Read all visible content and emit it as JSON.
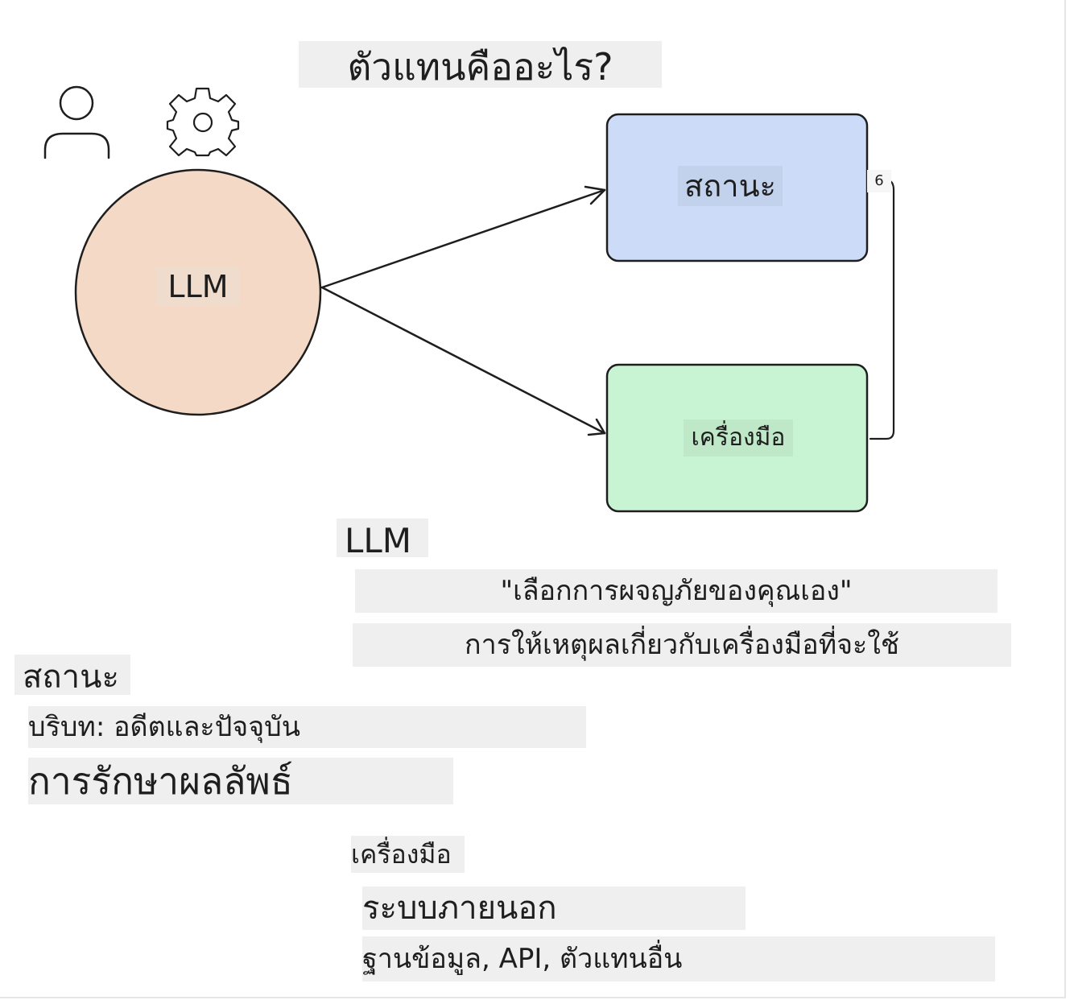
{
  "title": "ตัวแทนคืออะไร?",
  "icons": {
    "person": "person-icon",
    "gear": "gear-icon"
  },
  "nodes": {
    "llm": "LLM",
    "state": "สถานะ",
    "tools": "เครื่องมือ"
  },
  "loop_marker": "6",
  "colors": {
    "llm_fill": "#f3d9c6",
    "state_fill": "#ccdcf8",
    "tools_fill": "#c8f4d3",
    "label_bg": "#efefef",
    "stroke": "#1e1e1e"
  },
  "notes": {
    "llm": {
      "heading": "LLM",
      "line1": "\"เลือกการผจญภัยของคุณเอง\"",
      "line2": "การให้เหตุผลเกี่ยวกับเครื่องมือที่จะใช้"
    },
    "state": {
      "heading": "สถานะ",
      "line1": "บริบท: อดีตและปัจจุบัน",
      "line2": "การรักษาผลลัพธ์"
    },
    "tools": {
      "heading": "เครื่องมือ",
      "line1": "ระบบภายนอก",
      "line2": "ฐานข้อมูล, API, ตัวแทนอื่น"
    }
  }
}
